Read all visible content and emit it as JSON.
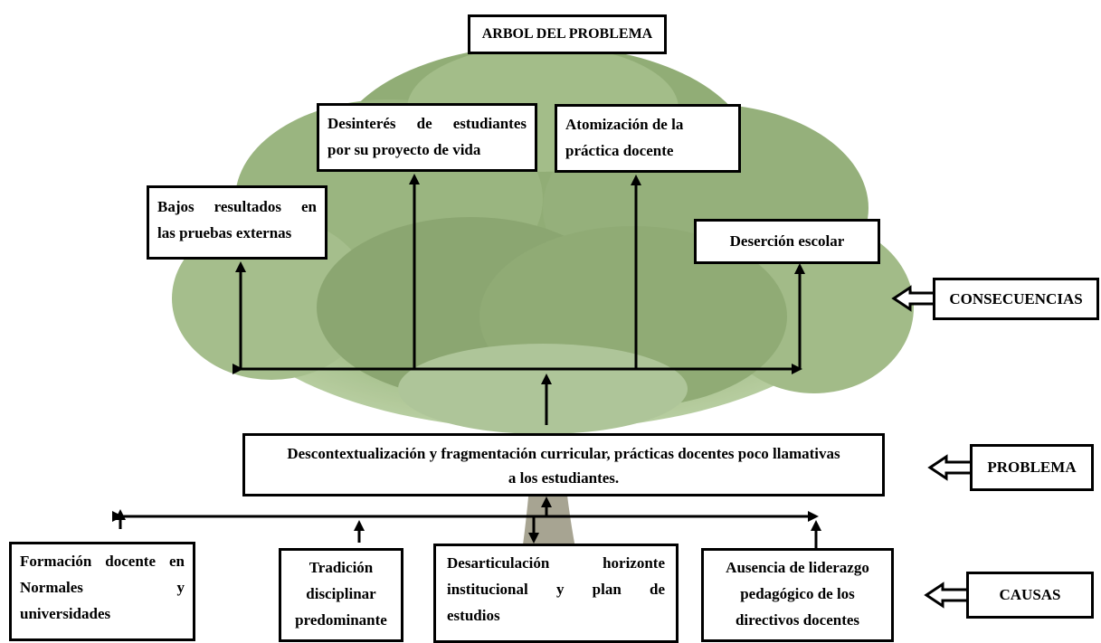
{
  "title": "ARBOL DEL PROBLEMA",
  "consequences": {
    "c1": [
      "Bajos resultados en",
      "las pruebas externas"
    ],
    "c2": [
      "Desinterés de estudiantes",
      "por su proyecto de vida"
    ],
    "c3": [
      "Atomización de la",
      "práctica docente"
    ],
    "c4": "Deserción escolar"
  },
  "problem": [
    "Descontextualización y fragmentación curricular, prácticas docentes poco llamativas",
    "a los estudiantes."
  ],
  "causes": {
    "k1": [
      "Formación docente en",
      "Normales y",
      "universidades"
    ],
    "k2": [
      "Tradición",
      "disciplinar",
      "predominante"
    ],
    "k3": [
      "Desarticulación horizonte",
      "institucional y plan de",
      "estudios"
    ],
    "k4": [
      "Ausencia de liderazgo",
      "pedagógico de los",
      "directivos docentes"
    ]
  },
  "side_labels": {
    "consecuencias": "CONSECUENCIAS",
    "problema": "PROBLEMA",
    "causas": "CAUSAS"
  }
}
